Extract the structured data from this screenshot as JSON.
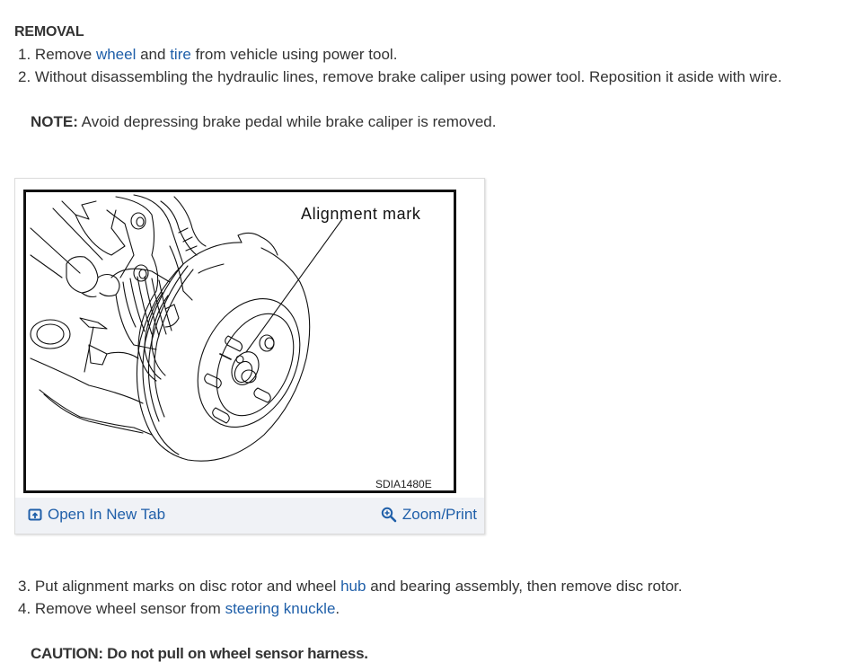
{
  "section": {
    "heading": "REMOVAL"
  },
  "steps": [
    {
      "number": "1.",
      "parts": [
        {
          "text": "Remove ",
          "link": false
        },
        {
          "text": "wheel",
          "link": true
        },
        {
          "text": " and ",
          "link": false
        },
        {
          "text": "tire",
          "link": true
        },
        {
          "text": " from vehicle using power tool.",
          "link": false
        }
      ]
    },
    {
      "number": "2.",
      "parts": [
        {
          "text": "Without disassembling the hydraulic lines, remove brake caliper using power tool. Reposition it aside with wire.",
          "link": false
        }
      ]
    },
    {
      "number": "3.",
      "parts": [
        {
          "text": "Put alignment marks on disc rotor and wheel ",
          "link": false
        },
        {
          "text": "hub",
          "link": true
        },
        {
          "text": " and bearing assembly, then remove disc rotor.",
          "link": false
        }
      ]
    },
    {
      "number": "4.",
      "parts": [
        {
          "text": "Remove wheel sensor from ",
          "link": false
        },
        {
          "text": "steering knuckle",
          "link": true
        },
        {
          "text": ".",
          "link": false
        }
      ]
    }
  ],
  "note": {
    "label": "NOTE:",
    "text": " Avoid depressing brake pedal while brake caliper is removed."
  },
  "caution": {
    "text": "CAUTION: Do not pull on wheel sensor harness."
  },
  "figure": {
    "callout": "Alignment mark",
    "code": "SDIA1480E",
    "open_tab_label": "Open In New Tab",
    "zoom_print_label": "Zoom/Print",
    "open_tab_icon": "open-new-tab-icon",
    "zoom_icon": "magnifier-plus-icon"
  },
  "colors": {
    "text": "#333333",
    "link": "#1f5fa9",
    "footer_bg": "#f0f2f6",
    "frame": "#111111"
  }
}
